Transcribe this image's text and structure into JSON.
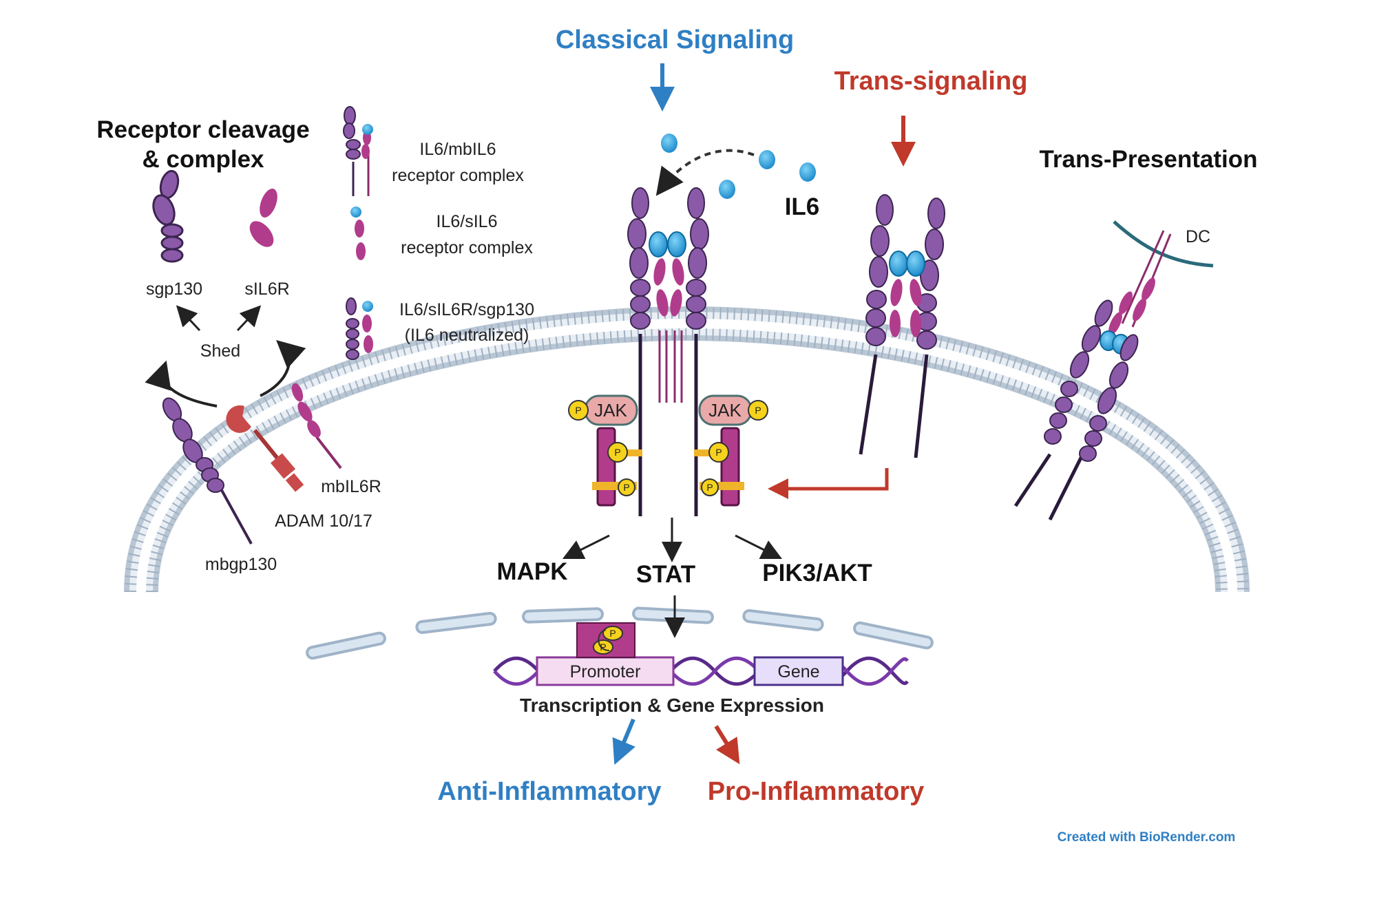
{
  "titles": {
    "classical": "Classical Signaling",
    "trans_signaling": "Trans-signaling",
    "trans_presentation": "Trans-Presentation",
    "receptor_cleavage_line1": "Receptor cleavage",
    "receptor_cleavage_line2": "& complex"
  },
  "labels": {
    "il6": "IL6",
    "dc": "DC",
    "sgp130": "sgp130",
    "sil6r": "sIL6R",
    "shed": "Shed",
    "mbil6r": "mbIL6R",
    "adam": "ADAM 10/17",
    "mbgp130": "mbgp130",
    "jak_left": "JAK",
    "jak_right": "JAK",
    "phospho": "P",
    "promoter": "Promoter",
    "gene": "Gene",
    "transcription": "Transcription & Gene Expression",
    "watermark": "Created with BioRender.com"
  },
  "legend": [
    {
      "line1": "IL6/mbIL6",
      "line2": "receptor complex"
    },
    {
      "line1": "IL6/sIL6",
      "line2": "receptor complex"
    },
    {
      "line1": "IL6/sIL6R/sgp130",
      "line2": "(IL6 neutralized)"
    }
  ],
  "pathways": {
    "mapk": "MAPK",
    "stat": "STAT",
    "pik3": "PIK3/AKT"
  },
  "outcomes": {
    "anti": "Anti-Inflammatory",
    "pro": "Pro-Inflammatory"
  },
  "colors": {
    "blue": "#2f7fc4",
    "red": "#c0392b",
    "gp130": "#8a5aa8",
    "il6r": "#b13c8c",
    "il6": "#1f9ad6",
    "membrane": "#a9b7c6",
    "jak": "#e9a9a9",
    "phospho": "#f5d21c"
  }
}
